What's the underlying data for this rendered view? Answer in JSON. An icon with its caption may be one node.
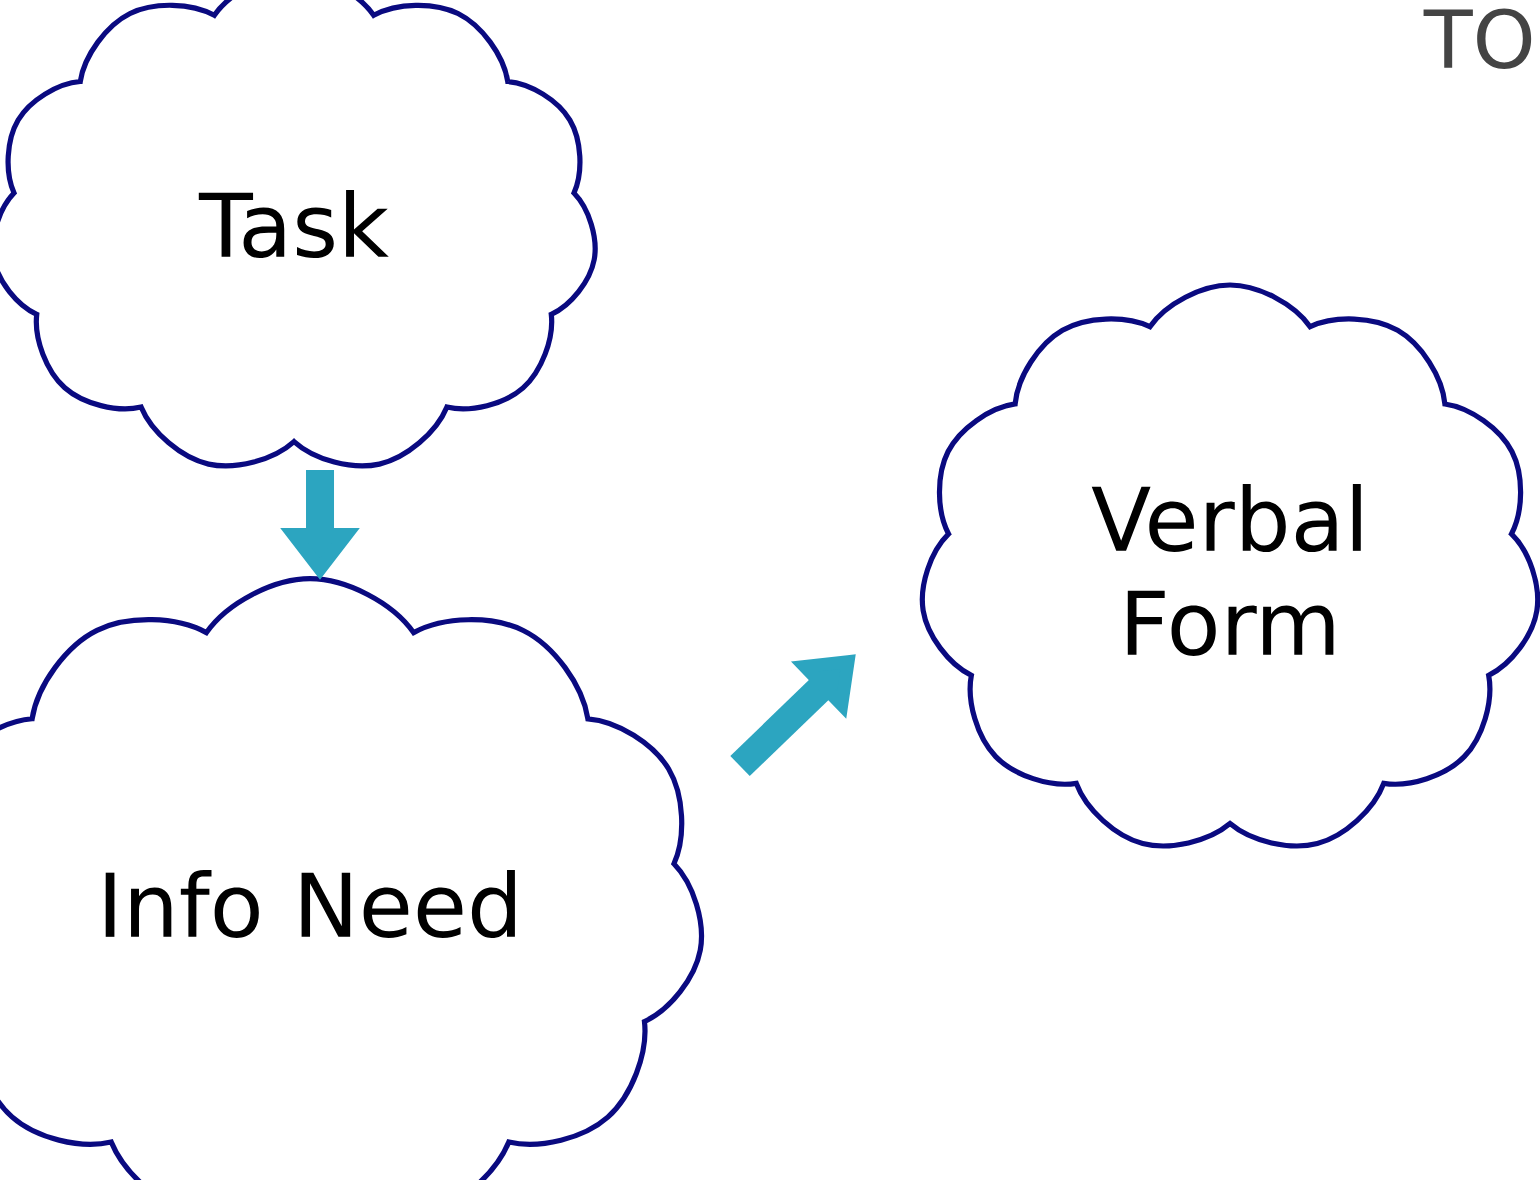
{
  "diagram": {
    "nodes": [
      {
        "text": [
          "Task"
        ]
      },
      {
        "text": [
          "Info Need"
        ]
      },
      {
        "text": [
          "Verbal Form"
        ]
      }
    ],
    "edges": [
      {
        "from": 0,
        "to": 1,
        "arrow": "to"
      },
      {
        "from": 1,
        "to": 2,
        "arrow": "to"
      }
    ],
    "labels": [
      "TO"
    ]
  }
}
